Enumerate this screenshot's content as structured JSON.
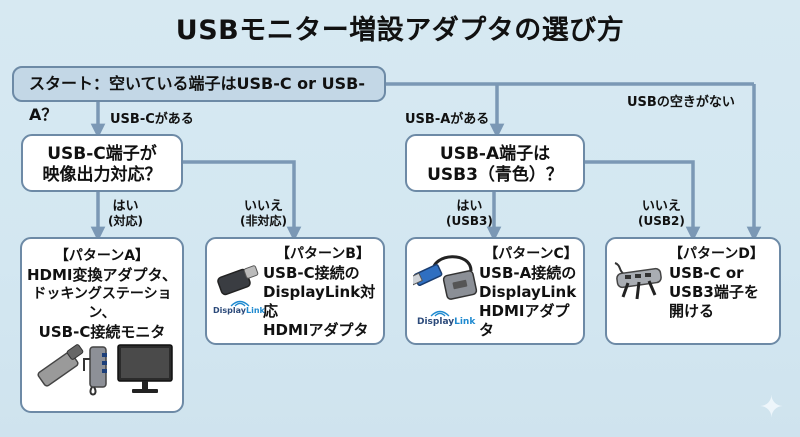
{
  "title": "USBモニター増設アダプタの選び方",
  "start": {
    "text": "スタート：空いている端子はUSB-C or USB-A？"
  },
  "branches": {
    "usbc": "USB-Cがある",
    "usba": "USB-Aがある",
    "none": "USBの空きがない"
  },
  "questions": {
    "q1": {
      "line1": "USB-C端子が",
      "line2": "映像出力対応？"
    },
    "q2": {
      "line1": "USB-A端子は",
      "line2": "USB3（青色）？"
    }
  },
  "answers": {
    "q1_yes": {
      "main": "はい",
      "sub": "(対応)"
    },
    "q1_no": {
      "main": "いいえ",
      "sub": "(非対応)"
    },
    "q2_yes": {
      "main": "はい",
      "sub": "(USB3)"
    },
    "q2_no": {
      "main": "いいえ",
      "sub": "(USB2)"
    }
  },
  "patterns": {
    "A": {
      "title": "【パターンA】",
      "lines": [
        "HDMI変換アダプタ、",
        "ドッキングステーション、",
        "USB-C接続モニタ"
      ]
    },
    "B": {
      "title": "【パターンB】",
      "lines": [
        "USB-C接続の",
        "DisplayLink対応",
        "HDMIアダプタ"
      ]
    },
    "C": {
      "title": "【パターンC】",
      "lines": [
        "USB-A接続の",
        "DisplayLink",
        "HDMIアダプタ"
      ]
    },
    "D": {
      "title": "【パターンD】",
      "lines": [
        "USB-C or",
        "USB3端子を",
        "開ける"
      ]
    }
  },
  "logos": {
    "displaylink_a": "Display",
    "displaylink_b": "Link"
  },
  "colors": {
    "connector": "#7b98b5",
    "box_border": "#6d8aa6",
    "start_fill": "#c3d7e6",
    "background": "#d5e8f1"
  }
}
